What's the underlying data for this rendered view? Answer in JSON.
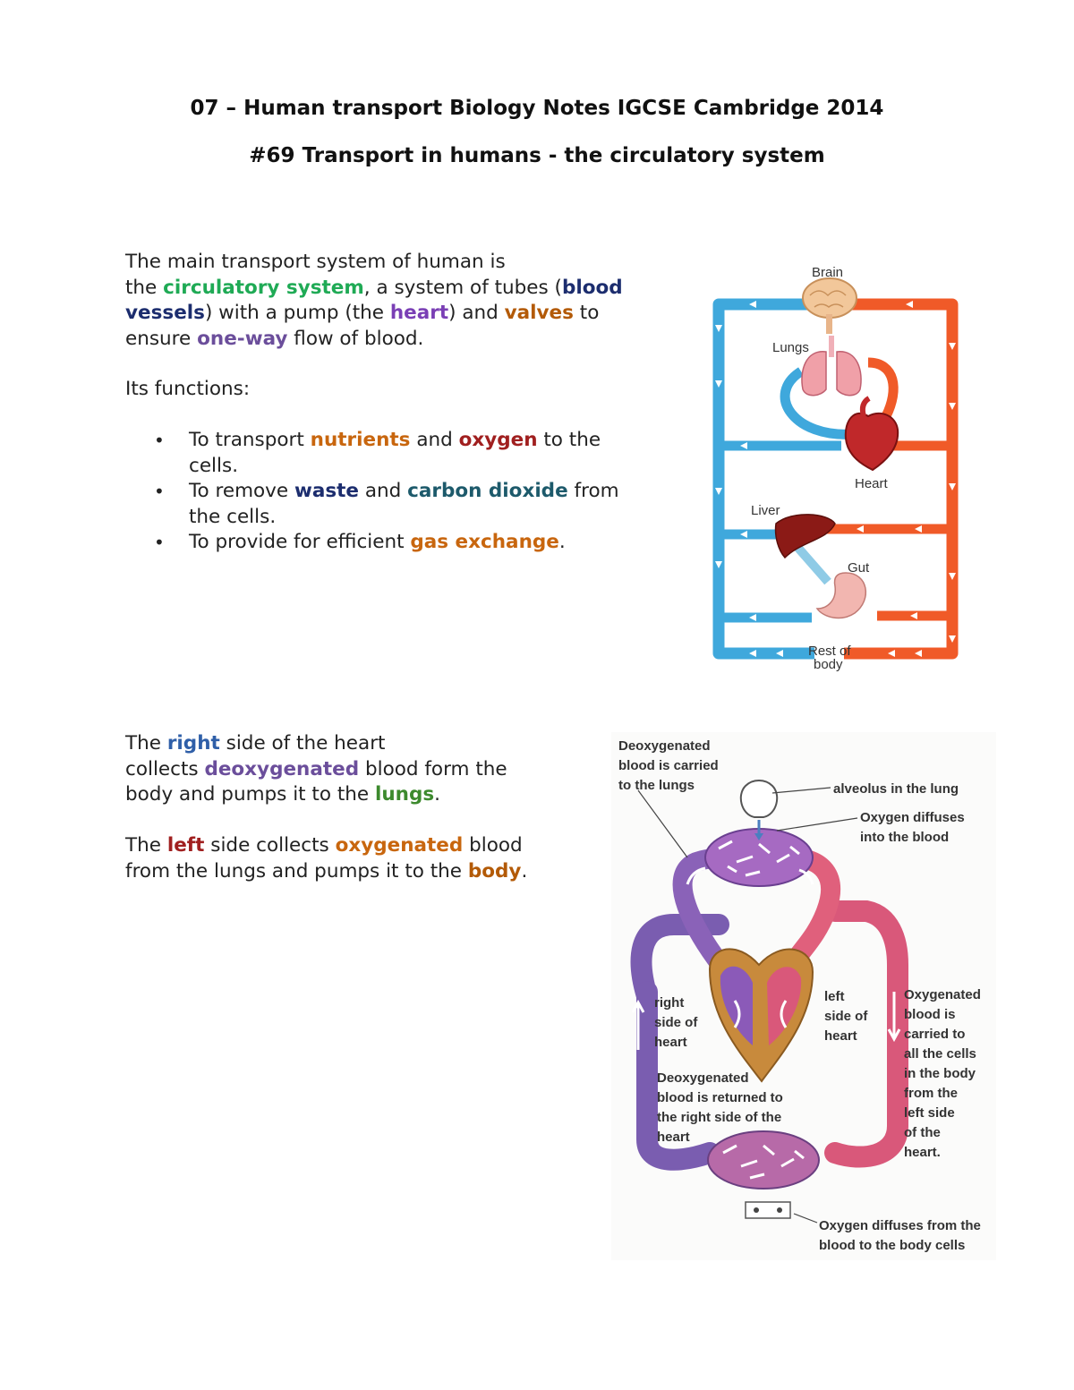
{
  "header": {
    "title": "07 – Human transport Biology Notes IGCSE Cambridge 2014",
    "subtitle": "#69 Transport in humans - the circulatory system"
  },
  "intro": {
    "t1": "The main transport system of human is",
    "t2": "the ",
    "k_circ": "circulatory system",
    "t3": ", a system of tubes (",
    "k_blood": "blood",
    "k_vessels": "vessels",
    "t4": ") with a pump (the ",
    "k_heart": "heart",
    "t5": ") and ",
    "k_valves": "valves",
    "t6": " to",
    "t7": "ensure ",
    "k_oneway": "one-way",
    "t8": " flow of blood."
  },
  "functions": {
    "heading": "Its functions:",
    "f1_a": "To transport ",
    "f1_k1": "nutrients",
    "f1_b": " and ",
    "f1_k2": "oxygen",
    "f1_c": " to the",
    "f1_d": "cells.",
    "f2_a": "To remove ",
    "f2_k1": "waste",
    "f2_b": " and ",
    "f2_k2": "carbon dioxide",
    "f2_c": " from",
    "f2_d": "the cells.",
    "f3_a": "To provide for efficient ",
    "f3_k1": "gas exchange",
    "f3_b": "."
  },
  "sides": {
    "r1": "The ",
    "k_right": "right",
    "r2": " side of the heart",
    "r3": "collects ",
    "k_deox": "deoxygenated",
    "r4": " blood form the",
    "r5": "body and pumps it to the ",
    "k_lungs": "lungs",
    "r6": ".",
    "l1": "The ",
    "k_left": "left",
    "l2": " side collects ",
    "k_oxy": "oxygenated",
    "l3": " blood",
    "l4": "from the lungs and pumps it to the ",
    "k_body": "body",
    "l5": "."
  },
  "diagram1": {
    "brain": "Brain",
    "lungs": "Lungs",
    "heart": "Heart",
    "liver": "Liver",
    "gut": "Gut",
    "rest1": "Rest of",
    "rest2": "body"
  },
  "diagram2": {
    "deox_lungs": [
      "Deoxygenated",
      "blood is carried",
      "to the lungs"
    ],
    "alveolus": "alveolus in the lung",
    "oxy_diffuses": [
      "Oxygen diffuses",
      "into the blood"
    ],
    "right_side": [
      "right",
      "side of",
      "heart"
    ],
    "left_side": [
      "left",
      "side of",
      "heart"
    ],
    "oxy_carried": [
      "Oxygenated",
      "blood is",
      "carried to",
      "all the cells",
      "in the body",
      "from the",
      "left side",
      "of the",
      "heart."
    ],
    "deox_returned": [
      "Deoxygenated",
      "blood is returned to",
      "the right side of the",
      "heart"
    ],
    "oxy_body": [
      "Oxygen diffuses from the",
      "blood to the body cells"
    ]
  },
  "colors": {
    "circ": "#1faa55",
    "navy": "#1c2d6e",
    "purple": "#7a3fb5",
    "brown": "#b35a07",
    "violet": "#6b4e9b",
    "orange": "#c8660e",
    "red": "#a01f1f",
    "teal": "#1d5a6b",
    "blue": "#2f5fa8",
    "green": "#3d8a2e",
    "deoxy": "#3fa8dc",
    "oxy": "#f05a28"
  }
}
